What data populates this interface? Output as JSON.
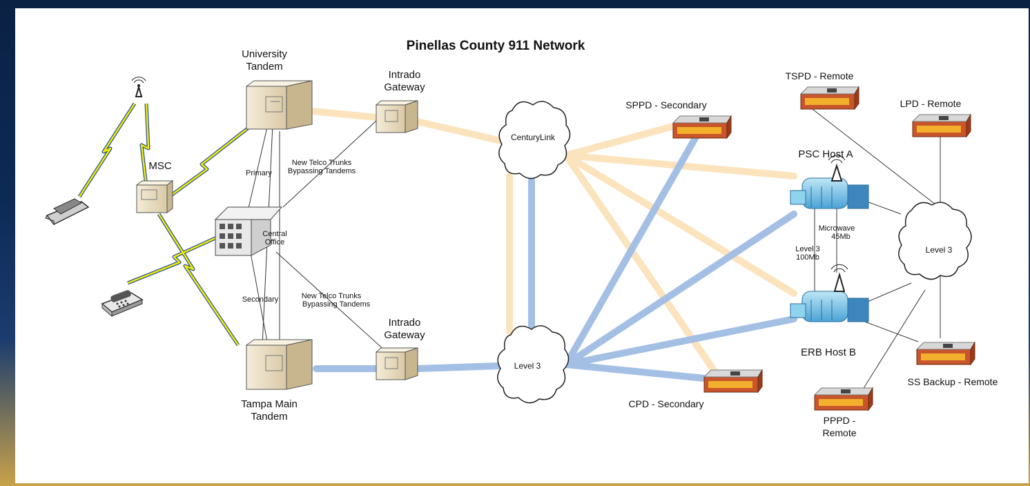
{
  "title": "Pinellas County 911 Network",
  "nodes": {
    "university_tandem": [
      "University",
      "Tandem"
    ],
    "tampa_tandem": [
      "Tampa Main",
      "Tandem"
    ],
    "intrado_top": [
      "Intrado",
      "Gateway"
    ],
    "intrado_bottom": [
      "Intrado",
      "Gateway"
    ],
    "msc": "MSC",
    "central_office": [
      "Central",
      "Office"
    ],
    "centurylink": "CenturyLink",
    "level3_left": "Level 3",
    "level3_right": "Level 3",
    "sppd": "SPPD - Secondary",
    "cpd": "CPD - Secondary",
    "tspd": "TSPD - Remote",
    "lpd": "LPD - Remote",
    "psc_host": "PSC Host A",
    "erb_host": "ERB Host B",
    "ss_backup": "SS Backup - Remote",
    "pppd": [
      "PPPD",
      "-",
      "Remote"
    ]
  },
  "link_labels": {
    "primary": "Primary",
    "secondary": "Secondary",
    "trunks_top": [
      "New Telco Trunks",
      "Bypassing Tandems"
    ],
    "trunks_bottom": [
      "New Telco Trunks",
      "Bypassing Tandems"
    ],
    "microwave": [
      "Microwave",
      "45Mb"
    ],
    "level3_link": [
      "Level 3",
      "100Mb"
    ]
  },
  "colors": {
    "tan_link": "#fbe3bd",
    "blue_link": "#a4bfe4",
    "lightning": "#f0f000",
    "background_top": "#0b2144",
    "background_bottom": "#c9a24a"
  }
}
